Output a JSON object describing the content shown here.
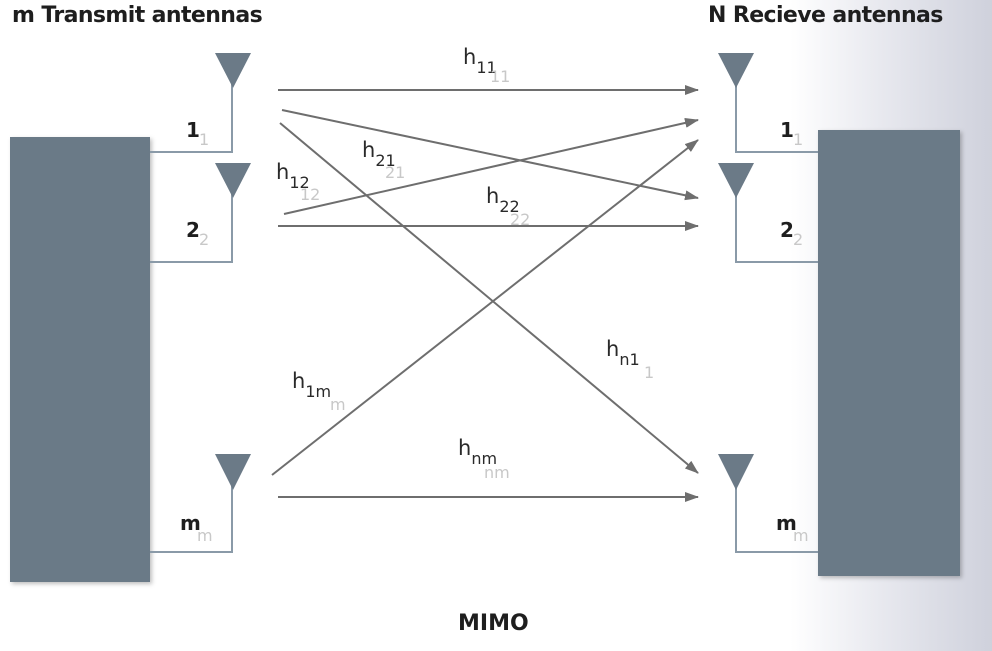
{
  "headers": {
    "transmit": "m Transmit antennas",
    "receive": "N Recieve antennas"
  },
  "caption": "MIMO",
  "transmit_antennas": [
    {
      "label": "1",
      "ghost": "1"
    },
    {
      "label": "2",
      "ghost": "2"
    },
    {
      "label": "m",
      "ghost": "m"
    }
  ],
  "receive_antennas": [
    {
      "label": "1",
      "ghost": "1"
    },
    {
      "label": "2",
      "ghost": "2"
    },
    {
      "label": "m",
      "ghost": "m"
    }
  ],
  "channels": [
    {
      "base": "h",
      "sub": "11",
      "ghost": "11"
    },
    {
      "base": "h",
      "sub": "21",
      "ghost": "21"
    },
    {
      "base": "h",
      "sub": "12",
      "ghost": "12"
    },
    {
      "base": "h",
      "sub": "22",
      "ghost": "22"
    },
    {
      "base": "h",
      "sub": "1m",
      "ghost": "m"
    },
    {
      "base": "h",
      "sub": "n1",
      "ghost": "1"
    },
    {
      "base": "h",
      "sub": "nm",
      "ghost": "nm"
    }
  ],
  "colors": {
    "block": "#6b7a87",
    "antenna": "#6b7a87",
    "arrow": "#6e6e6e",
    "feed": "#8a9aa8"
  }
}
